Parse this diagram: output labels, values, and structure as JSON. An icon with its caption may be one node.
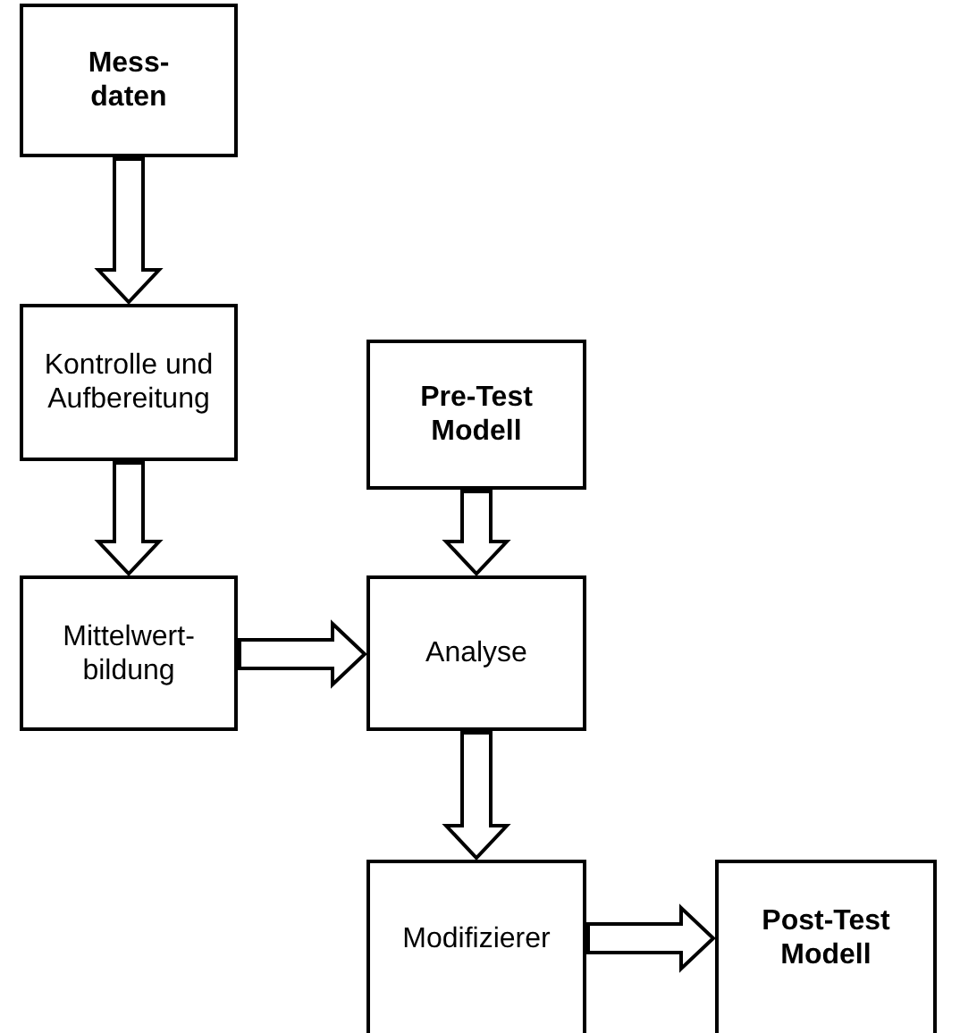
{
  "diagram": {
    "nodes": [
      {
        "text": [
          "Mess- daten"
        ]
      },
      {
        "text": [
          "Kontrolle und Aufbereitung"
        ]
      },
      {
        "text": [
          "Mittelwert- bildung"
        ]
      },
      {
        "text": [
          "Pre-Test Modell"
        ]
      },
      {
        "text": [
          "Analyse"
        ]
      },
      {
        "text": [
          "Modifizierer"
        ]
      },
      {
        "text": [
          "Post-Test Modell"
        ]
      }
    ],
    "edges": [
      {
        "from": 0,
        "to": 1,
        "arrow": "to"
      },
      {
        "from": 1,
        "to": 2,
        "arrow": "to"
      },
      {
        "from": 3,
        "to": 4,
        "arrow": "to"
      },
      {
        "from": 2,
        "to": 4,
        "arrow": "to"
      },
      {
        "from": 4,
        "to": 5,
        "arrow": "to"
      },
      {
        "from": 5,
        "to": 6,
        "arrow": "to"
      }
    ]
  }
}
